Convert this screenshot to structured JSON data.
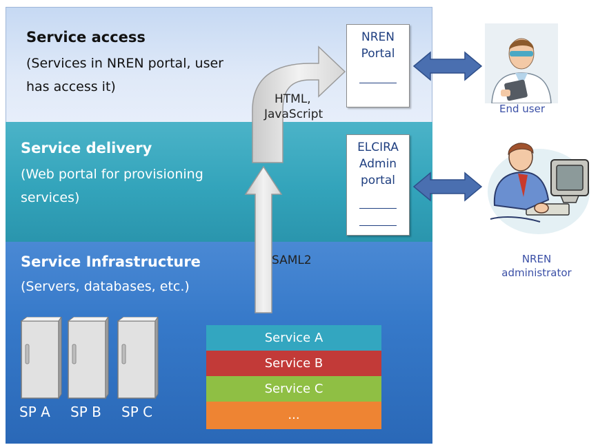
{
  "layers": {
    "access": {
      "title": "Service access",
      "desc1": "(Services in NREN portal, user",
      "desc2": "has access it)"
    },
    "delivery": {
      "title": "Service delivery",
      "desc1": "(Web portal for provisioning",
      "desc2": "services)"
    },
    "infrastructure": {
      "title": "Service Infrastructure",
      "desc1": "(Servers, databases, etc.)"
    }
  },
  "documents": {
    "nren_portal": "NREN\nPortal",
    "elcira_portal": "ELCIRA\nAdmin\nportal"
  },
  "arrows": {
    "upper_label1": "HTML,",
    "upper_label2": "JavaScript",
    "lower_label": "SAML2"
  },
  "services": [
    {
      "label": "Service A",
      "color": "#33a6c0"
    },
    {
      "label": "Service B",
      "color": "#c23a38"
    },
    {
      "label": "Service C",
      "color": "#8fbf44"
    },
    {
      "label": "...",
      "color": "#ee8433"
    }
  ],
  "servers": [
    "SP A",
    "SP B",
    "SP C"
  ],
  "people": {
    "end_user": "End user",
    "admin": "NREN\nadministrator"
  },
  "colors": {
    "access_bg": "#dfe9f8",
    "delivery_bg": "#33a4bb",
    "infrastructure_bg": "#3679c9",
    "link_arrow": "#4a6fb0"
  }
}
